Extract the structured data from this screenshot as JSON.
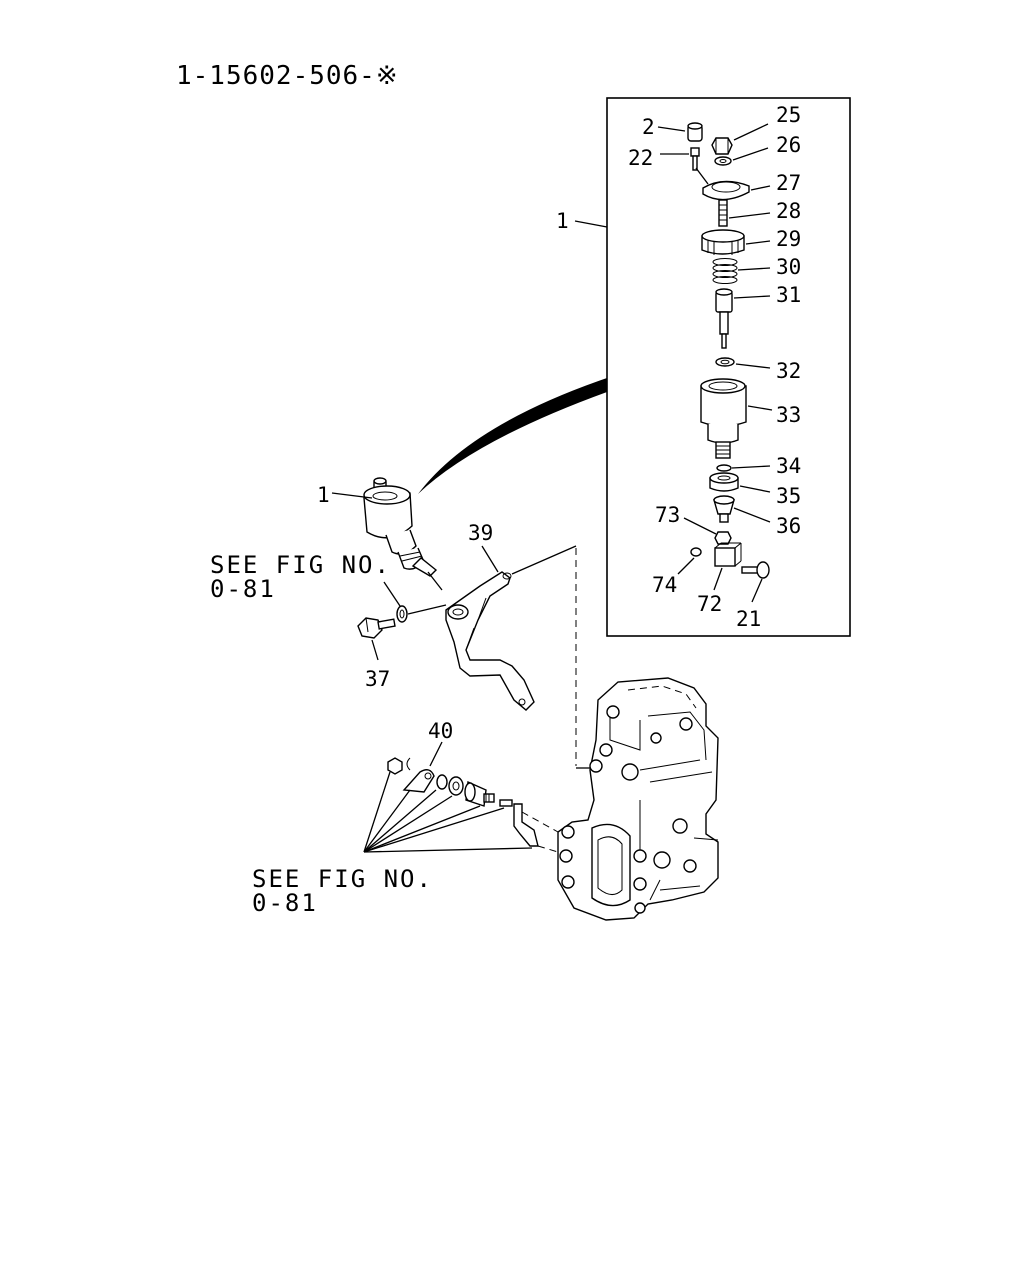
{
  "title": "1-15602-506-※",
  "inset_labels": [
    "2",
    "22",
    "25",
    "26",
    "27",
    "28",
    "29",
    "30",
    "31",
    "32",
    "33",
    "34",
    "35",
    "36",
    "73",
    "74",
    "72",
    "21",
    "1"
  ],
  "main_labels": [
    "1",
    "39",
    "37",
    "40"
  ],
  "see_fig_upper": {
    "line1": "SEE FIG NO.",
    "line2": "0-81"
  },
  "see_fig_lower": {
    "line1": "SEE FIG NO.",
    "line2": "0-81"
  }
}
